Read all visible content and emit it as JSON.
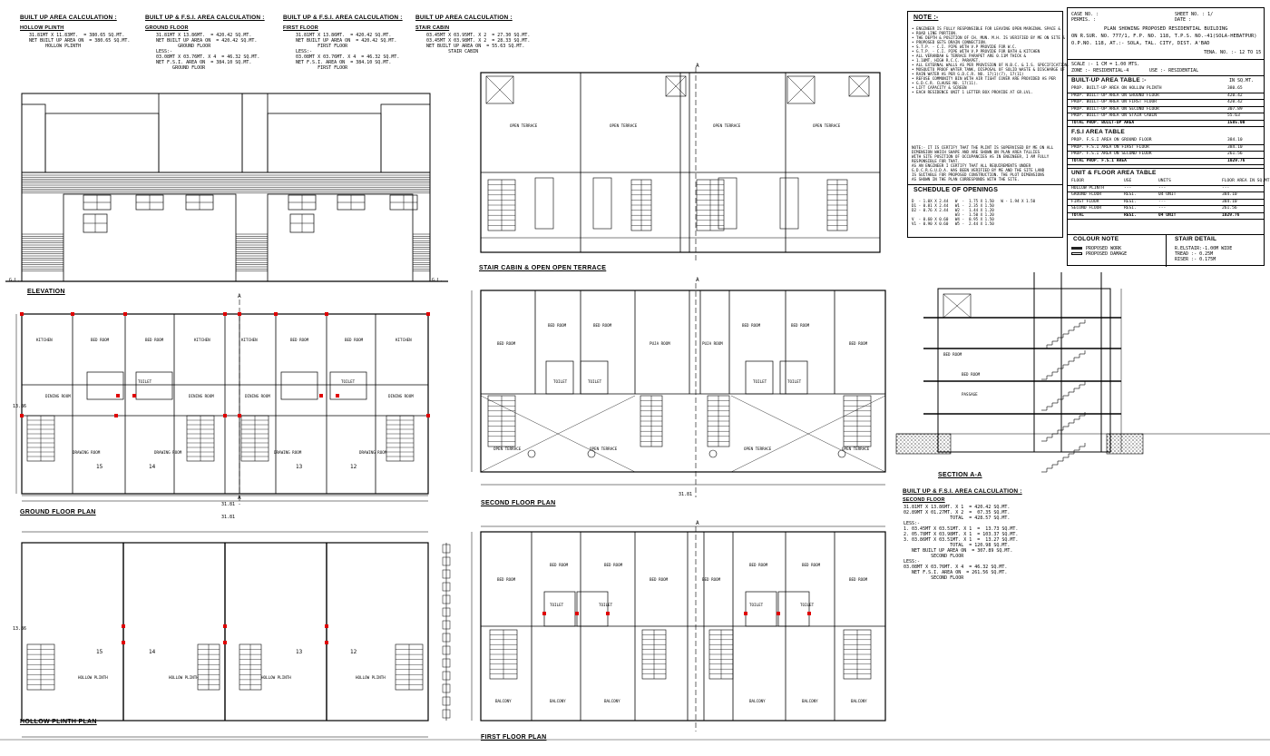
{
  "area_calcs": [
    {
      "title": "BUILT UP AREA CALCULATION :",
      "sub": "HOLLOW PLINTH",
      "lines": [
        "31.81MT X 11.83MT.  = 380.65 SQ.MT.",
        "",
        "NET BUILT UP AREA ON  = 380.65 SQ.MT.",
        "      HOLLOW PLINTH"
      ]
    },
    {
      "title": "BUILT UP & F.S.I. AREA CALCULATION :",
      "sub": "GROUND FLOOR",
      "lines": [
        "31.81MT X 13.86MT.  = 420.42 SQ.MT.",
        "",
        "NET BUILT UP AREA ON  = 420.42 SQ.MT.",
        "        GROUND FLOOR",
        "",
        "LESS:-",
        "03.08MT X 03.76MT. X 4  = 46.32 SQ.MT.",
        "",
        "NET F.S.I. AREA ON  = 384.10 SQ.MT.",
        "      GROUND FLOOR"
      ]
    },
    {
      "title": "BUILT UP & F.S.I. AREA CALCULATION :",
      "sub": "FIRST FLOOR",
      "lines": [
        "31.81MT X 13.86MT.  = 420.42 SQ.MT.",
        "",
        "NET BUILT UP AREA ON  = 420.42 SQ.MT.",
        "        FIRST FLOOR",
        "",
        "LESS:-",
        "03.08MT X 03.76MT. X 4  = 46.32 SQ.MT.",
        "",
        "NET F.S.I. AREA ON  = 384.10 SQ.MT.",
        "        FIRST FLOOR"
      ]
    },
    {
      "title": "BUILT UP AREA CALCULATION :",
      "sub": "STAIR CABIN",
      "lines": [
        "03.45MT X 03.95MT. X 2  = 27.30 SQ.MT.",
        "03.45MT X 03.98MT. X 2  = 28.33 SQ.MT.",
        "",
        "NET BUILT UP AREA ON  = 55.63 SQ.MT.",
        "        STAIR CABIN"
      ]
    }
  ],
  "notes": {
    "title": "NOTE :-",
    "items": [
      "ENGINEER IS FULLY RESPONSIBLE FOR LEAVING OPEN MARGINAL SPACE &",
      "ROAD LINE PORTION.",
      "THE DEPTH & POSITION OF CH. MUN. M.H. IS VERIFIED BY ME ON SITE &",
      "PROPOSED GETS DRAIN CONNECTION.",
      "S.T.P. - C.I. PIPE WITH V.P PROVIDE FOR W.C.",
      "G.T.P. - C.I. PIPE WITH V.P PROVIDE FOR BATH & KITCHEN",
      "ALL VERANDAH & TERRACE PARAPET ARE 0.11M THICK &",
      "1.10MT. HIGH R.C.C. PARAPET.",
      "ALL EXTERNAL WALLS AS PER PROVISION OF N.B.C. & I.S. SPECIFICATION.",
      "MOSQUITO PROOF WATER TANK, DISPOSAL OF SOLID WASTE & DISCHARGE OF",
      "RAIN WATER AS PER G.D.C.R. NO. 17(1)(7), 17(11)",
      "REFUSE COMMUNITY BIN WITH AIR TIGHT COVER ARE PROVIDED AS PER",
      "G.D.C.R. CLAUSE NO. 17(11).",
      "LIFT CAPACITY & SCREEN",
      "EACH RESIDENCE UNIT 1 LETTER BOX PROVIDE AT GR.LVL."
    ],
    "certificate": [
      "NOTE:- IT IS CERTIFY THAT THE PLINT IS SUPERVISED BY ME ON ALL",
      "DIMENSION WHICH SHAPE AND ARE SHOWN ON PLAN AREA TALLIES",
      "WITH SITE POSITION OF OCCUPANCIES AS IN ENGINEER, I AM FULLY",
      "RESPONSIBLE FOR THAT.",
      "AS AN ENGINEER I CERTIFY THAT ALL REQUIREMENTS UNDER",
      "G.D.C.R.G.U.D.A. HAS BEEN VERIFIED BY ME AND THE SITE LAND",
      "IS SUITABLE FOR PROPOSED CONSTRUCTION. THE PLOT DIMENSIONS",
      "AS SHOWN IN THE PLAN CORRESPONDS WITH THE SITE."
    ]
  },
  "openings": {
    "title": "SCHEDULE OF OPENINGS",
    "left": [
      "D  - 1.0X X 2.44   W  -  1.75 X 1.50   W - 1.94 X 1.50",
      "D1 - 0.81 X 2.44   W1 -  2.35 X 1.50",
      "D2 - 0.76 X 2.44   W2 -  1.44 X 1.20",
      "                   W3 -  1.50 X 1.20",
      "V  - 0.60 X 0.60   W4 -  0.95 X 1.50",
      "V1 - 0.90 X 0.60   W5 -  2.44 X 1.50"
    ]
  },
  "title_block": {
    "case": "CASE NO. :",
    "sheet": "SHEET NO. : 1/",
    "permis": "PERMIS. :",
    "date": "DATE :",
    "lines": [
      "PLAN SHOWING PROPOSED RESIDENTIAL BUILDING",
      "ON R.SUR. NO. 777/1, F.P. NO. 118, T.P.S. NO.-41(SOLA-HEBATPUR)",
      "O.P.NO. 118, AT.:- SOLA, TAL. CITY, DIST. A'BAD"
    ],
    "tena": "TENA. NO. :- 12 TO 15",
    "scale": "SCALE :- 1 CM = 1.00 MTS.",
    "zone": "ZONE :- RESIDENTIAL-4",
    "use": "USE :- RESIDENTIAL"
  },
  "builtup_table": {
    "title": "BUILT-UP AREA TABLE :-",
    "unit": "IN SQ.MT.",
    "rows": [
      [
        "PROP. BUILT-UP AREA ON HOLLOW PLINTH",
        "380.65"
      ],
      [
        "PROP. BUILT-UP AREA ON GROUND FLOOR",
        "420.42"
      ],
      [
        "PROP. BUILT-UP AREA ON FIRST FLOOR",
        "420.42"
      ],
      [
        "PROP. BUILT-UP AREA ON SECOND FLOOR",
        "307.89"
      ],
      [
        "PROP. BUILT-UP AREA ON STAIR CABIN",
        "55.63"
      ]
    ],
    "total": [
      "TOTAL PROP. BUILT-UP AREA",
      "1585.00"
    ]
  },
  "fsi_table": {
    "title": "F.S.I AREA TABLE",
    "rows": [
      [
        "PROP. F.S.I AREA ON GROUND FLOOR",
        "384.10"
      ],
      [
        "PROP. F.S.I AREA ON FIRST FLOOR",
        "384.10"
      ],
      [
        "PROP. F.S.I AREA ON SECOND FLOOR",
        "261.56"
      ]
    ],
    "total": [
      "TOTAL PROP. F.S.I AREA",
      "1029.76"
    ]
  },
  "unit_table": {
    "title": "UNIT & FLOOR AREA TABLE",
    "head": [
      "FLOOR",
      "USE",
      "UNITS",
      "FLOOR AREA IN SQ.MT."
    ],
    "rows": [
      [
        "HOLLOW PLINTH",
        "---",
        "---",
        "---"
      ],
      [
        "GROUND FLOOR",
        "RESI.",
        "04 UNIT",
        "384.10"
      ],
      [
        "FIRST FLOOR",
        "RESI.",
        "---",
        "384.10"
      ],
      [
        "SECOND FLOOR",
        "RESI.",
        "---",
        "261.56"
      ]
    ],
    "total": [
      "TOTAL",
      "RESI.",
      "04 UNIT",
      "1029.76"
    ]
  },
  "colour_note": {
    "title": "COLOUR NOTE",
    "items": [
      "PROPOSED WORK",
      "PROPOSED DAMAGE"
    ]
  },
  "stair_detail": {
    "title": "STAIR DETAIL",
    "items": [
      "R.ELSTAIR:-1.00M WIDE",
      "TREAD :- 0.25M",
      "RISER :- 0.175M"
    ]
  },
  "second_calc": {
    "title": "BUILT UP & F.S.I. AREA CALCULATION :",
    "sub": "SECOND FLOOR",
    "lines": [
      "31.81MT X 13.86MT. X 1  = 420.42 SQ.MT.",
      "02.89MT X 01.27MT. X 2  =  07.35 SQ.MT.",
      "",
      "                 TOTAL  = 428.57 SQ.MT.",
      "LESS:-",
      "1. 03.45MT X 03.51MT. X 1  =  13.73 SQ.MT.",
      "2. 05.78MT X 03.98MT. X 1  = 103.37 SQ.MT.",
      "3. 03.86MT X 03.51MT. X 1  =  13.27 SQ.MT.",
      "",
      "                 TOTAL  = 120.98 SQ.MT.",
      "   NET BUILT UP AREA ON  = 307.89 SQ.MT.",
      "          SECOND FLOOR",
      "LESS:-",
      "03.08MT X 03.76MT. X 4  = 46.32 SQ.MT.",
      "",
      "   NET F.S.I. AREA ON  = 261.56 SQ.MT.",
      "          SECOND FLOOR"
    ]
  },
  "captions": {
    "elevation": "ELEVATION",
    "ground": "GROUND FLOOR PLAN",
    "hollow": "HOLLOW PLINTH PLAN",
    "stair": "STAIR CABIN & OPEN OPEN TERRACE",
    "second": "SECOND FLOOR PLAN",
    "first": "FIRST FLOOR PLAN",
    "section": "SECTION A-A"
  },
  "unit_numbers": [
    "15",
    "14",
    "13",
    "12"
  ],
  "dims": {
    "overall": "31.81",
    "depth": "13.86",
    "room_bed": "BED ROOM",
    "room_drawing": "DRAWING ROOM",
    "room_kitchen": "KITCHEN",
    "room_toilet": "TOILET",
    "room_terrace": "OPEN TERRACE",
    "room_hollow": "HOLLOW PLINTH",
    "room_balcony": "BALCONY",
    "room_puja": "PUJA ROOM",
    "room_passage": "PASSAGE",
    "room_dining": "DINING ROOM",
    "gl": "G.L.",
    "a": "A"
  }
}
